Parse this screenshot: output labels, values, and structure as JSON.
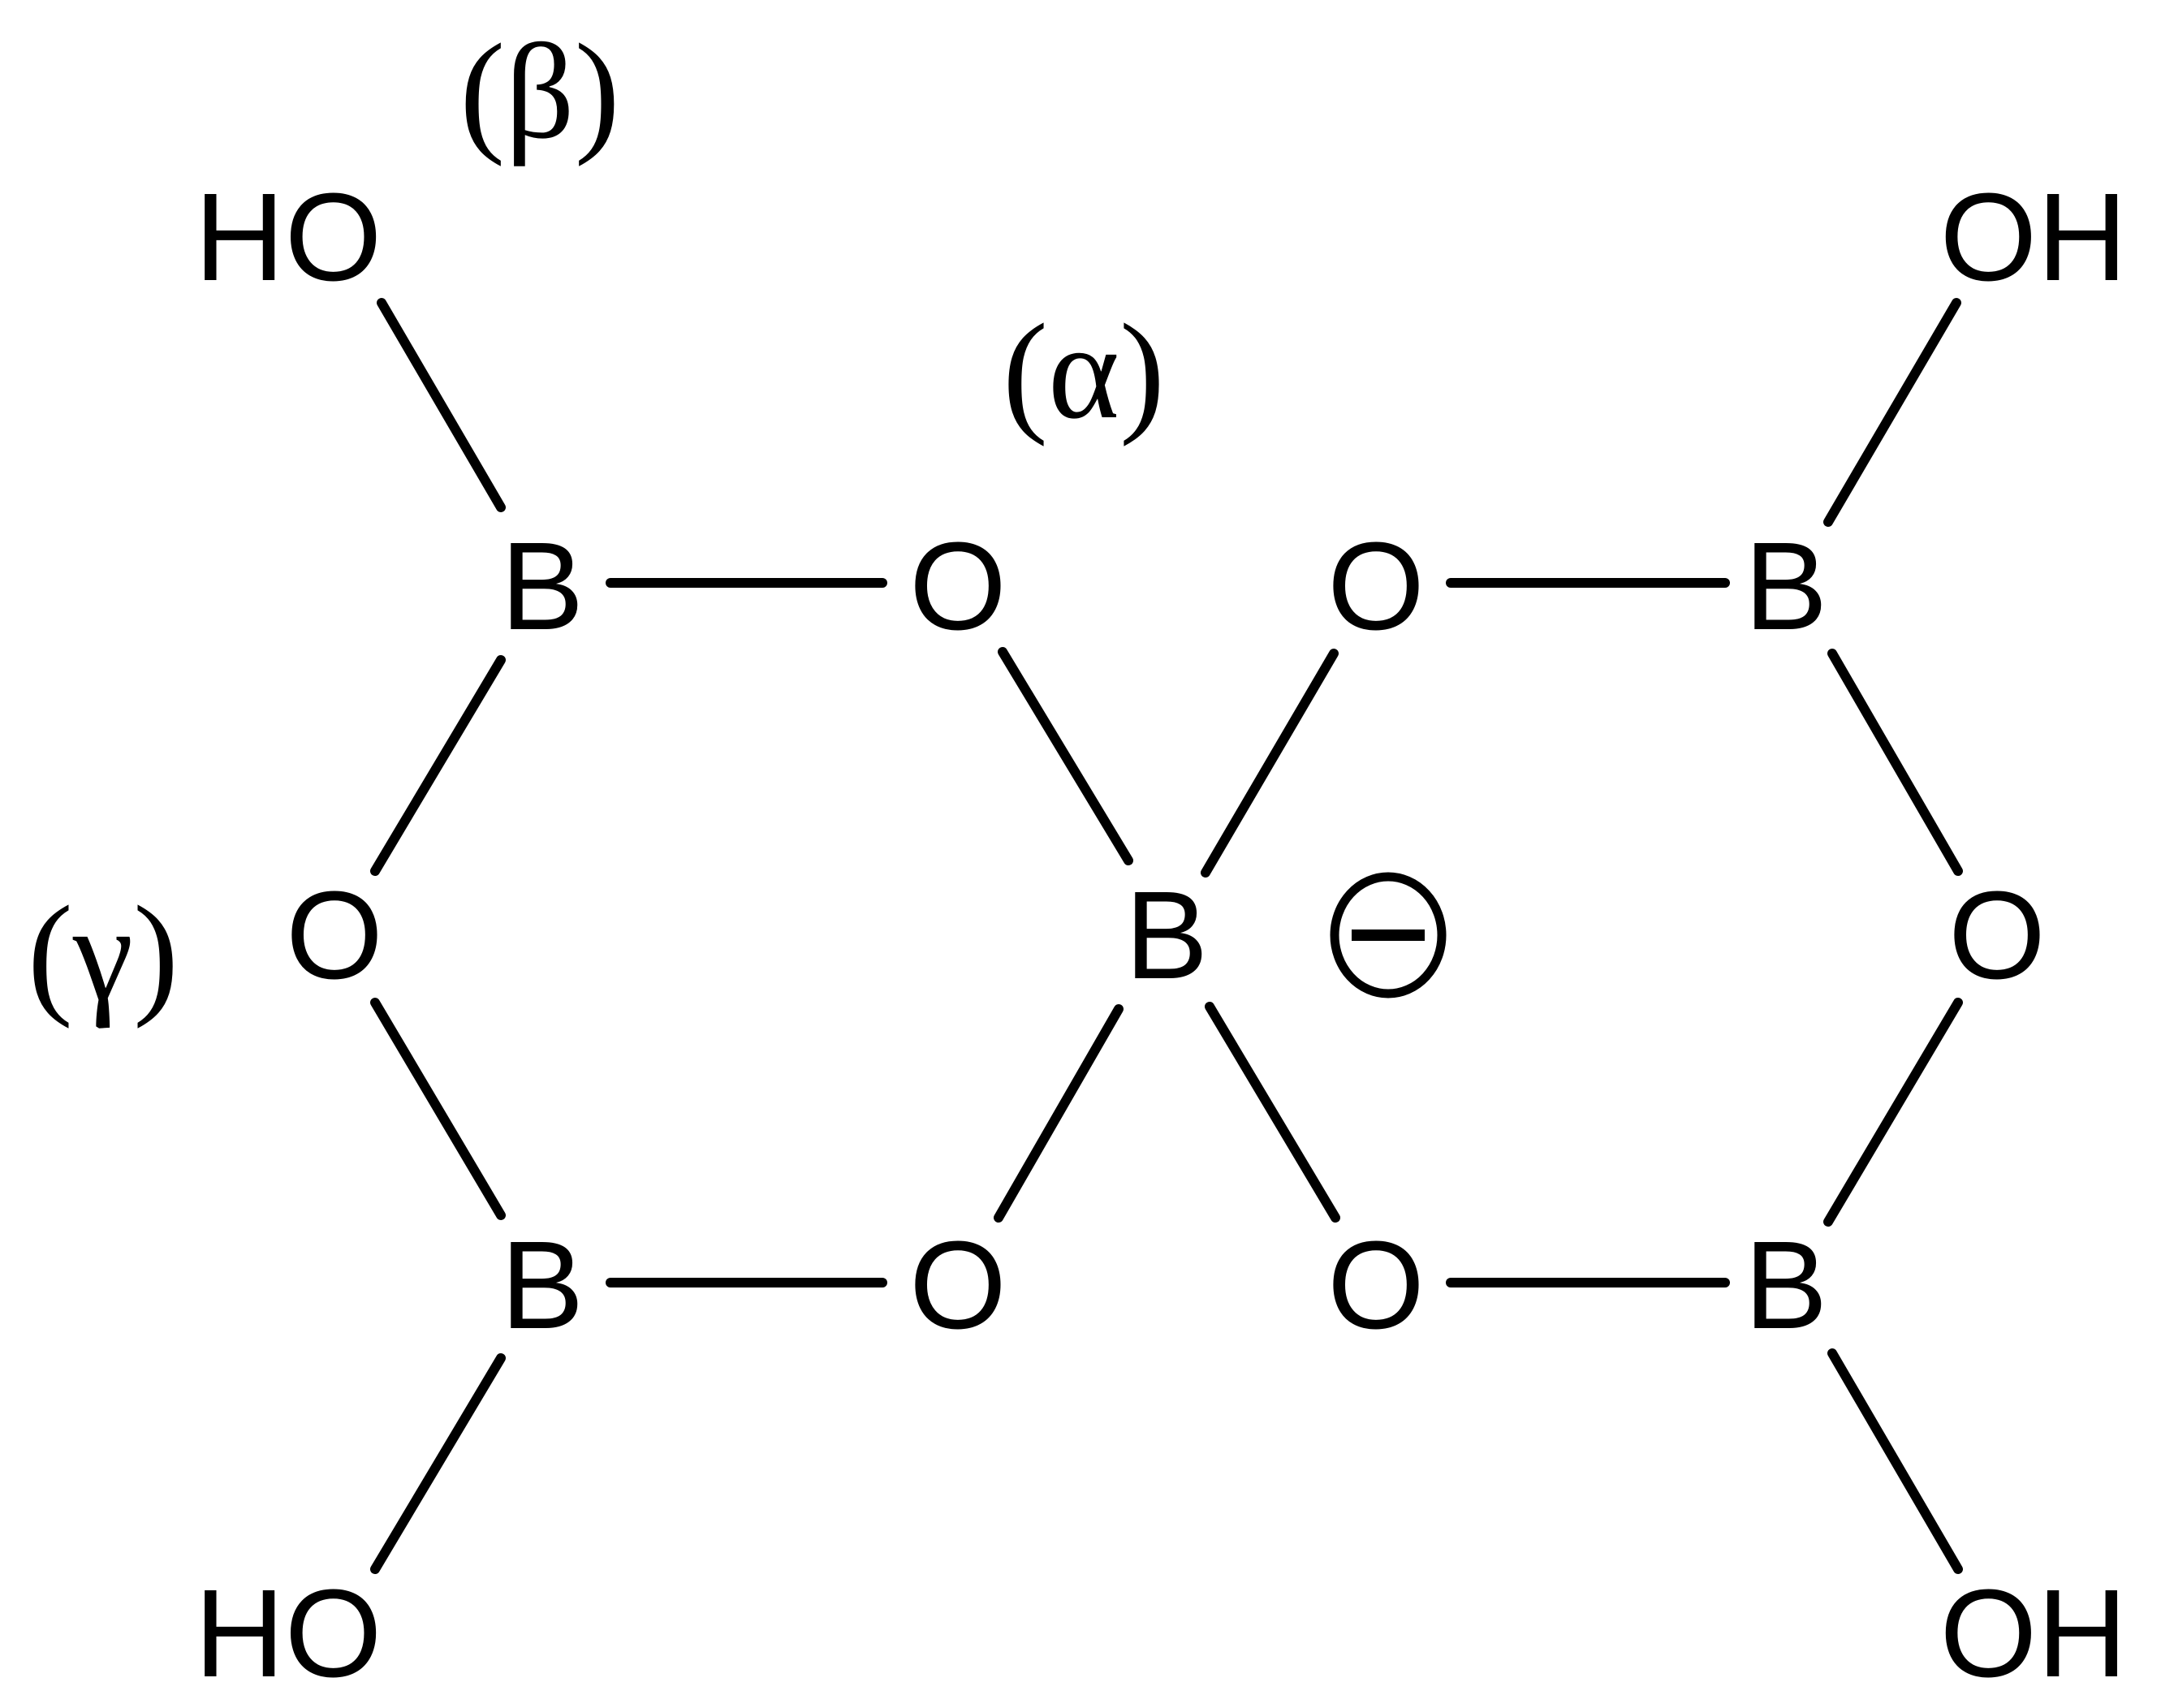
{
  "molecule": {
    "atoms": {
      "hoTopLeft": "HO",
      "ohTopRight": "OH",
      "hoBottomLeft": "HO",
      "ohBottomRight": "OH",
      "bTopLeft": "B",
      "bBottomLeft": "B",
      "bCenter": "B",
      "bTopRight": "B",
      "bBottomRight": "B",
      "oLeft": "O",
      "oRight": "O",
      "oTopInnerLeft": "O",
      "oTopInnerRight": "O",
      "oBottomInnerLeft": "O",
      "oBottomInnerRight": "O"
    },
    "labels": {
      "alpha": "(α)",
      "beta": "(β)",
      "gamma": "(γ)"
    },
    "charge": "negative"
  }
}
